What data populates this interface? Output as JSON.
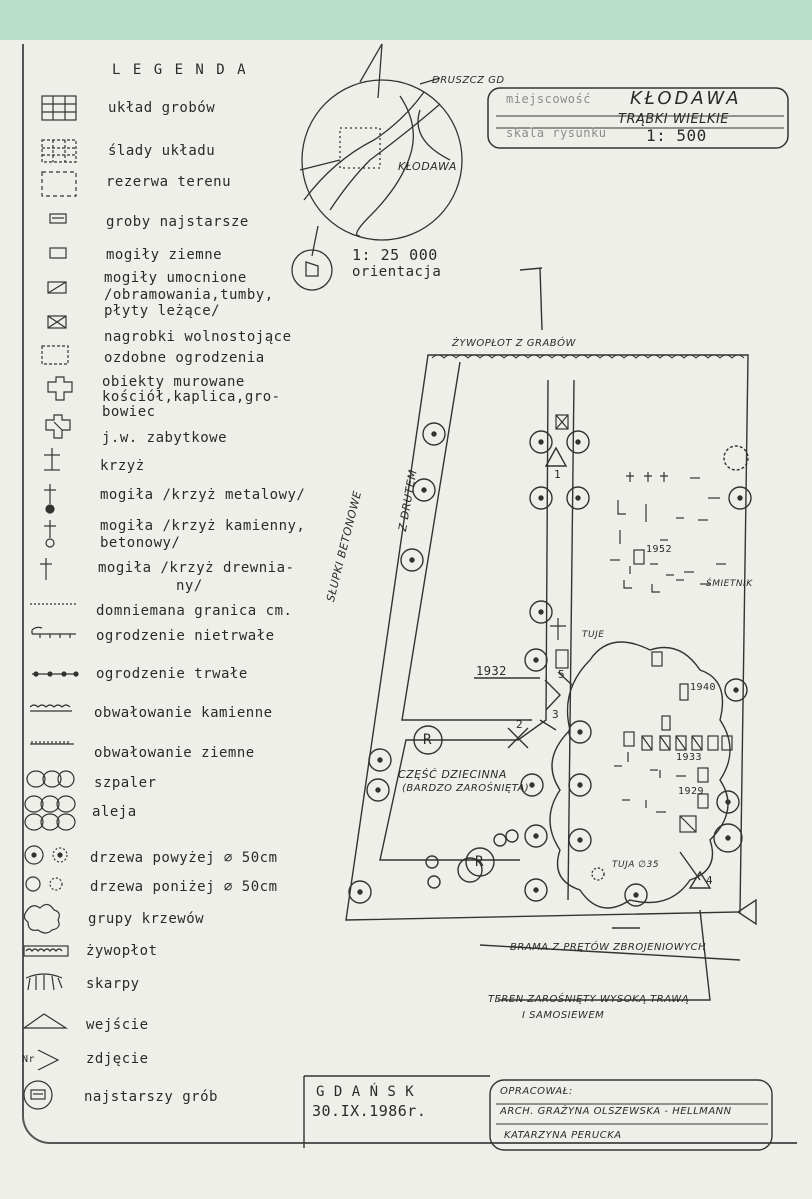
{
  "legend": {
    "title": "L E G E N D A",
    "items": [
      {
        "icon": "grave-grid-icon",
        "label": "układ grobów"
      },
      {
        "icon": "grave-grid-traces-icon",
        "label": "ślady układu"
      },
      {
        "icon": "reserve-area-icon",
        "label": "rezerwa terenu"
      },
      {
        "icon": "oldest-graves-icon",
        "label": "groby najstarsze"
      },
      {
        "icon": "earth-grave-icon",
        "label": "mogiły ziemne"
      },
      {
        "icon": "reinforced-grave-icon",
        "label": "mogiły umocnione",
        "label2": "/obramowania,tumby,",
        "label3": "płyty leżące/"
      },
      {
        "icon": "freestanding-tombstone-icon",
        "label": "nagrobki wolnostojące"
      },
      {
        "icon": "decorative-fence-icon",
        "label": "ozdobne ogrodzenia"
      },
      {
        "icon": "masonry-object-icon",
        "label": "obiekty murowane",
        "label2": "kościół,kaplica,gro-",
        "label3": "bowiec"
      },
      {
        "icon": "historic-object-icon",
        "label": "j.w. zabytkowe"
      },
      {
        "icon": "cross-icon",
        "label": "krzyż"
      },
      {
        "icon": "metal-cross-grave-icon",
        "label": "mogiła /krzyż metalowy/"
      },
      {
        "icon": "stone-cross-grave-icon",
        "label": "mogiła /krzyż kamienny,",
        "label2": "betonowy/"
      },
      {
        "icon": "wooden-cross-grave-icon",
        "label": "mogiła /krzyż drewnia-",
        "label2": "ny/"
      },
      {
        "icon": "assumed-border-icon",
        "label": "domniemana granica cm."
      },
      {
        "icon": "temporary-fence-icon",
        "label": "ogrodzenie nietrwałe"
      },
      {
        "icon": "permanent-fence-icon",
        "label": "ogrodzenie trwałe"
      },
      {
        "icon": "stone-embankment-icon",
        "label": "obwałowanie kamienne"
      },
      {
        "icon": "earth-embankment-icon",
        "label": "obwałowanie ziemne"
      },
      {
        "icon": "tree-row-icon",
        "label": "szpaler"
      },
      {
        "icon": "alley-icon",
        "label": "aleja"
      },
      {
        "icon": "large-tree-icon",
        "label": "drzewa powyżej ∅ 50cm"
      },
      {
        "icon": "small-tree-icon",
        "label": "drzewa poniżej ∅ 50cm"
      },
      {
        "icon": "shrub-group-icon",
        "label": "grupy krzewów"
      },
      {
        "icon": "hedge-icon",
        "label": "żywopłot"
      },
      {
        "icon": "slope-icon",
        "label": "skarpy"
      },
      {
        "icon": "entrance-icon",
        "label": "wejście"
      },
      {
        "icon": "photo-icon",
        "label": "zdjęcie",
        "badge": "Nr"
      },
      {
        "icon": "oldest-grave-icon",
        "label": "najstarszy grób"
      }
    ]
  },
  "title_block": {
    "place_label": "miejscowość",
    "place": "KŁODAWA",
    "subplace": "TRĄBKI WIELKIE",
    "scale_label": "skala rysunku",
    "scale": "1: 500"
  },
  "orientation_map": {
    "road_label": "DRUSZCZ GD",
    "town_label": "KŁODAWA",
    "scale": "1: 25 000",
    "caption": "orientacja"
  },
  "plan": {
    "top_label": "ŻYWOPŁOT Z GRABÓW",
    "left_label1": "SŁUPKI BETONOWE",
    "left_label2": "Z DRUTEM",
    "label_cemetery_children": "CZĘŚĆ DZIECINNA",
    "label_overgrown": "(BARDZO ZAROŚNIĘTA)",
    "label_cemetery_trash": "ŚMIETNIK",
    "label_tuje": "TUJE",
    "label_tuja": "TUJA ∅35",
    "year_1952": "1952",
    "year_1932": "1932",
    "year_1940": "1940",
    "year_1933": "1933",
    "year_1929": "1929",
    "reserve_mark": "R",
    "photo_numbers": [
      "1",
      "2",
      "3",
      "4",
      "5"
    ],
    "gate_label": "BRAMA Z PRĘTÓW ZBROJENIOWYCH",
    "overgrown_label1": "TEREN ZAROŚNIĘTY WYSOKĄ TRAWĄ",
    "overgrown_label2": "I SAMOSIEWEM"
  },
  "footer": {
    "city": "G D A Ń S K",
    "date": "30.IX.1986r.",
    "prepared_label": "OPRACOWAŁ:",
    "author1": "ARCH. GRAŻYNA OLSZEWSKA - HELLMANN",
    "author2": "KATARZYNA PERUCKA"
  }
}
